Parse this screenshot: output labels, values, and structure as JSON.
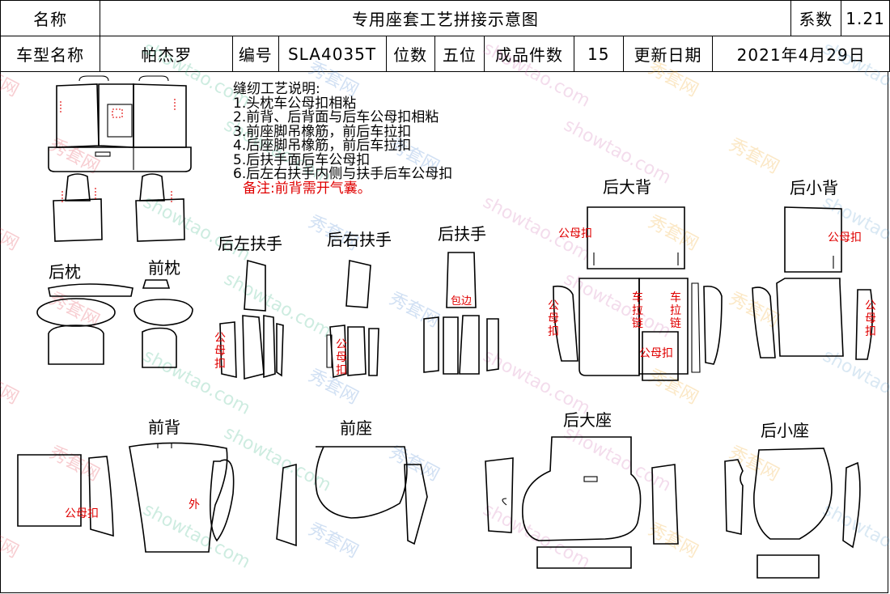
{
  "header": {
    "name_label": "名称",
    "title": "专用座套工艺拼接示意图",
    "coef_label": "系数",
    "coef_value": "1.21",
    "model_label": "车型名称",
    "model_value": "帕杰罗",
    "code_label": "编号",
    "code_value": "SLA4035T",
    "seats_label": "位数",
    "seats_value": "五位",
    "pieces_label": "成品件数",
    "pieces_value": "15",
    "date_label": "更新日期",
    "date_value": "2021年4月29日"
  },
  "notes": {
    "title": "缝纫工艺说明:",
    "items": [
      "1.头枕车公母扣相粘",
      "2.前背、后背面与后车公母扣相粘",
      "3.前座脚吊橡筋，前后车拉扣",
      "4.后座脚吊橡筋，前后车拉扣",
      "5.后扶手面后车公母扣",
      "6.后左右扶手内侧与扶手后车公母扣"
    ],
    "remark": "备注:前背需开气囊。"
  },
  "parts": {
    "rear_headrest": "后枕",
    "front_headrest": "前枕",
    "rear_left_armrest": "后左扶手",
    "rear_right_armrest": "后右扶手",
    "rear_armrest": "后扶手",
    "rear_large_back": "后大背",
    "rear_small_back": "后小背",
    "front_back": "前背",
    "front_seat": "前座",
    "rear_large_seat": "后大座",
    "rear_small_seat": "后小座"
  },
  "red_labels": {
    "snap_fastener": "公母扣",
    "hem": "包边",
    "zipper": "车拉链",
    "outer": "外"
  },
  "watermark": [
    "秀套网",
    "showtao.com"
  ],
  "colors": {
    "accent_red": "#e00000",
    "line": "#000000"
  }
}
